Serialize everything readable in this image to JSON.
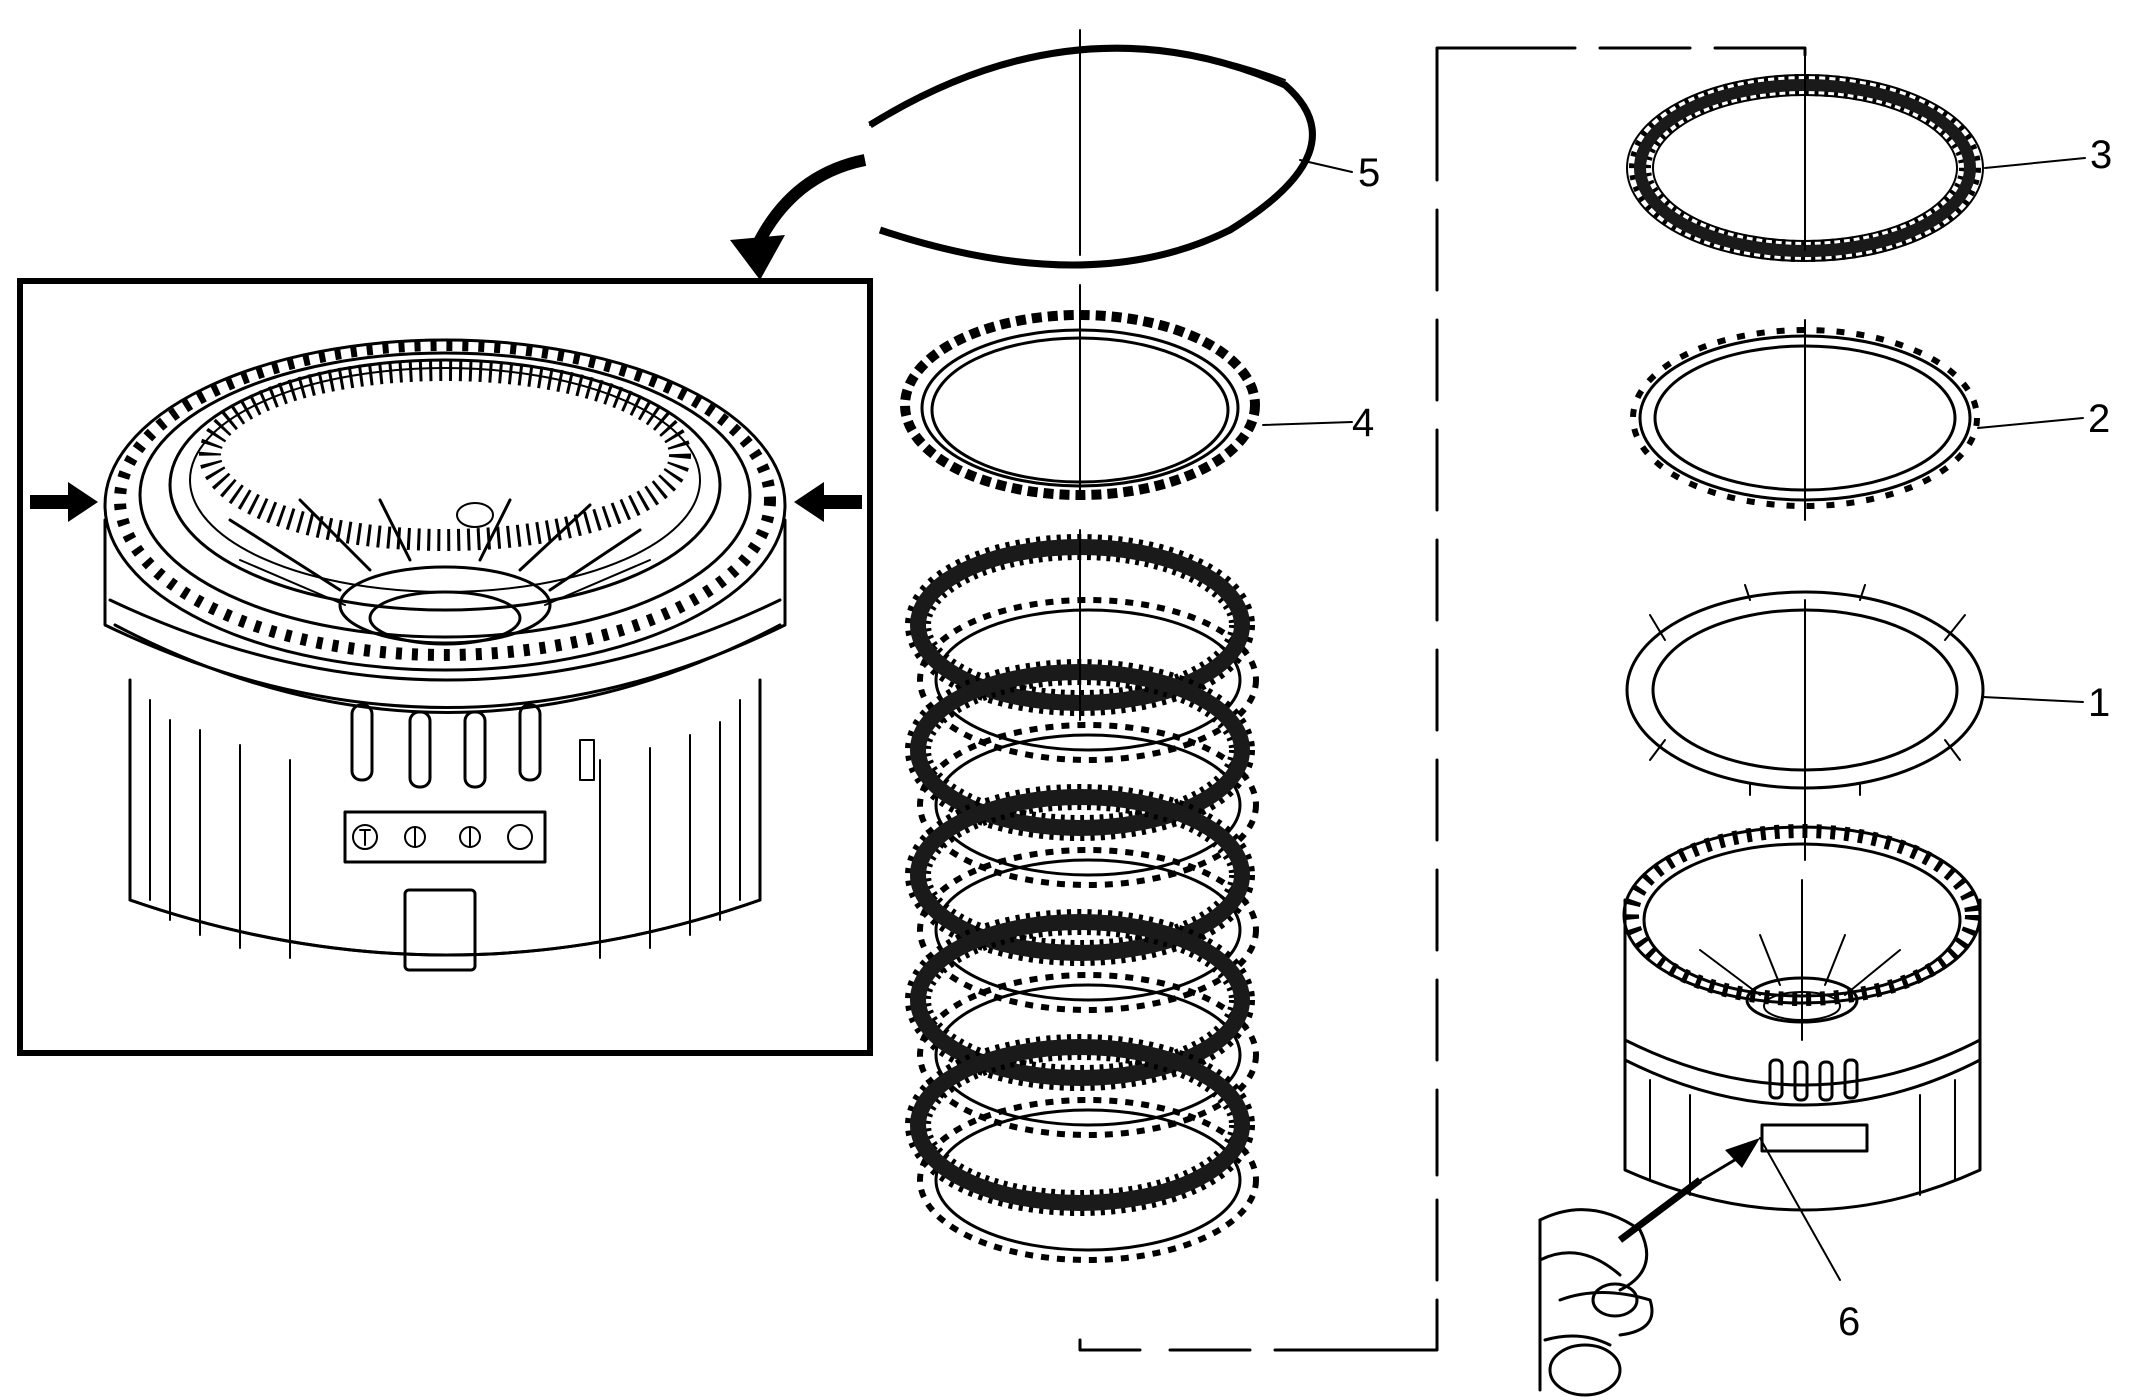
{
  "diagram": {
    "callouts": [
      {
        "id": "1",
        "label": "1"
      },
      {
        "id": "2",
        "label": "2"
      },
      {
        "id": "3",
        "label": "3"
      },
      {
        "id": "4",
        "label": "4"
      },
      {
        "id": "5",
        "label": "5"
      },
      {
        "id": "6",
        "label": "6"
      }
    ],
    "icons": [
      "arrow-left-icon",
      "arrow-right-icon",
      "curved-arrow-icon",
      "air-nozzle-icon"
    ],
    "colors": {
      "line": "#000000",
      "background": "#ffffff"
    }
  }
}
